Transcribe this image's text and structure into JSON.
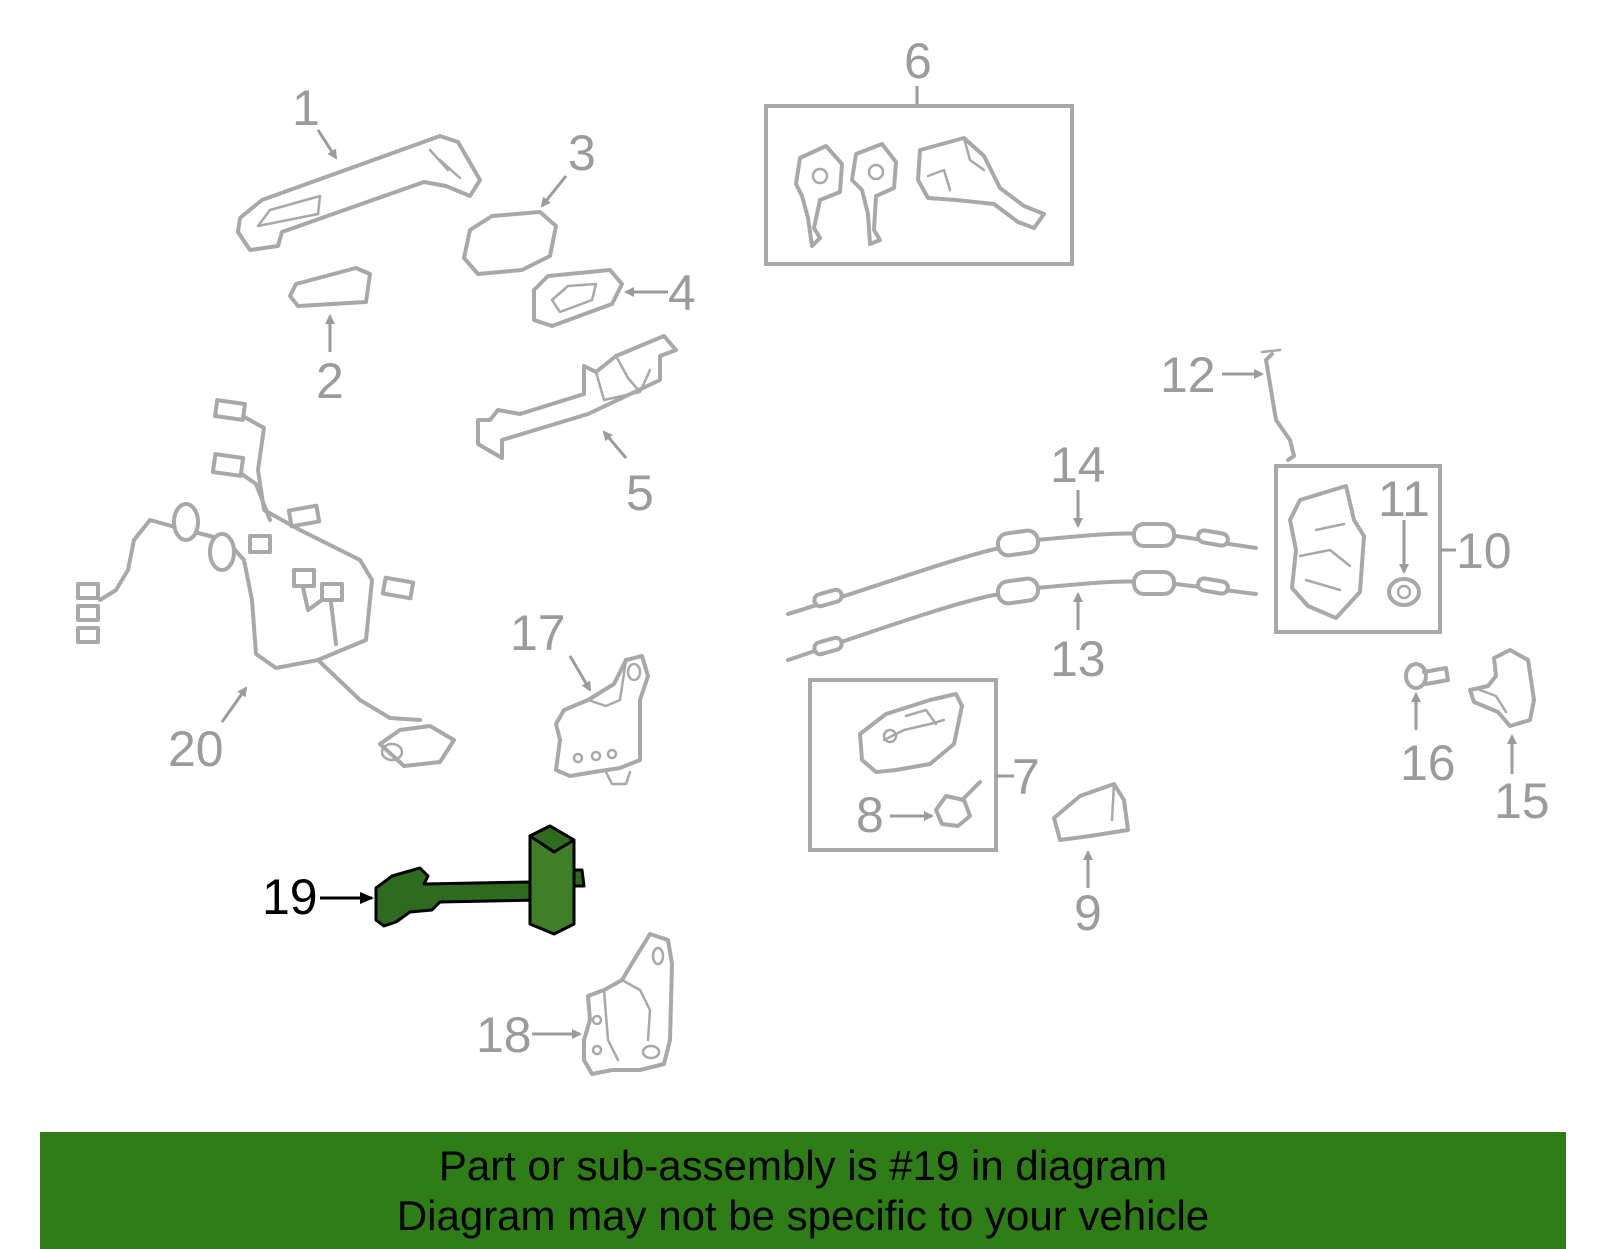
{
  "callouts": {
    "c1": "1",
    "c2": "2",
    "c3": "3",
    "c4": "4",
    "c5": "5",
    "c6": "6",
    "c7": "7",
    "c8": "8",
    "c9": "9",
    "c10": "10",
    "c11": "11",
    "c12": "12",
    "c13": "13",
    "c14": "14",
    "c15": "15",
    "c16": "16",
    "c17": "17",
    "c18": "18",
    "c19": "19",
    "c20": "20"
  },
  "highlight": {
    "part_number": "19",
    "color": "#2e7d16"
  },
  "banner": {
    "line1": "Part or sub-assembly is #19 in diagram",
    "line2": "Diagram may not be specific to your vehicle"
  }
}
